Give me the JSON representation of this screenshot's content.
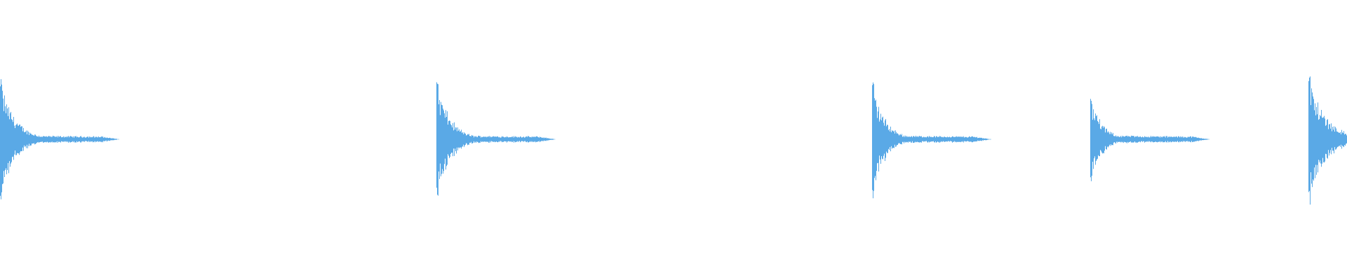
{
  "waveform": {
    "color": "#5aa9e6",
    "background": "#ffffff",
    "transients": [
      {
        "peak": 0.83,
        "decay": 0.13
      },
      {
        "peak": 0.83,
        "decay": 0.12
      },
      {
        "peak": 0.81,
        "decay": 0.11
      },
      {
        "peak": 0.63,
        "decay": 0.1
      },
      {
        "peak": 0.9,
        "decay": 0.15
      }
    ]
  }
}
